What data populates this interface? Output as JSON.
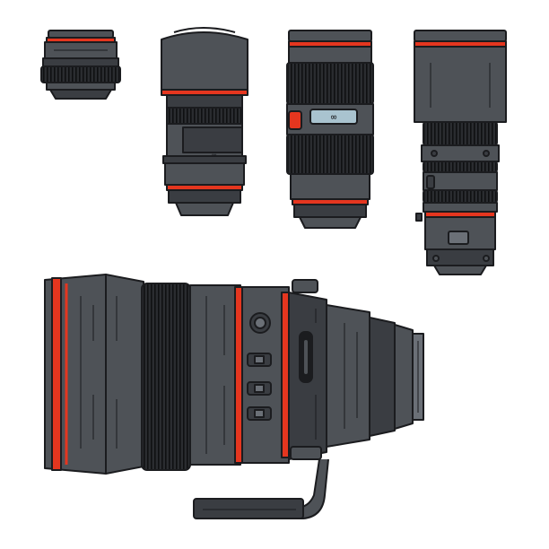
{
  "illustration": {
    "subject": "camera lenses",
    "colors": {
      "body": "#4e5257",
      "body_dark": "#3a3d42",
      "outline": "#1b1c1f",
      "accent": "#e5361f",
      "highlight": "#6b7077",
      "window": "#a9c3cf"
    },
    "lenses": [
      {
        "name": "pancake-lens"
      },
      {
        "name": "wide-angle-zoom-lens"
      },
      {
        "name": "standard-zoom-lens",
        "distance_window_text": "∞"
      },
      {
        "name": "telephoto-zoom-lens"
      },
      {
        "name": "large-telephoto-lens"
      }
    ]
  }
}
